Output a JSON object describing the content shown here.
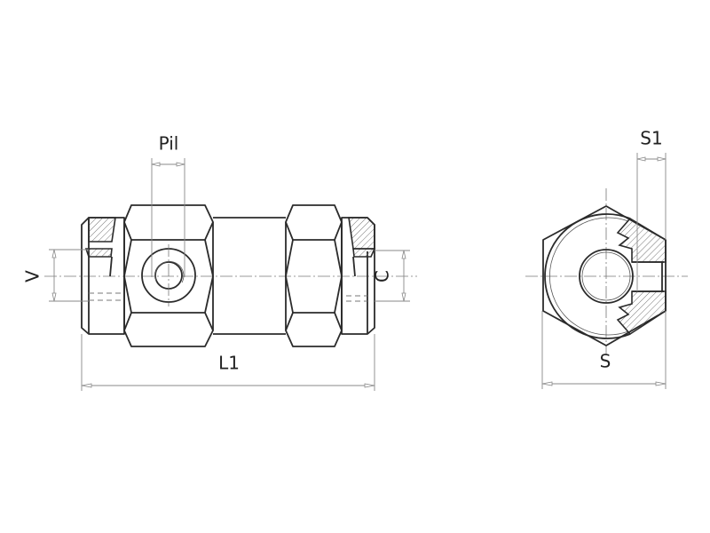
{
  "drawing": {
    "title": "Pilot-operated check valve technical drawing",
    "views": [
      {
        "name": "side-view",
        "description": "Side elevation with two hex nuts and threaded end caps"
      },
      {
        "name": "end-view",
        "description": "End elevation with hexagon outline and sectioned pilot port"
      }
    ],
    "dimensions": {
      "pil": "Pil",
      "v": "V",
      "c": "C",
      "l1": "L1",
      "s1": "S1",
      "s": "S"
    },
    "colors": {
      "line": "#2b2b2b",
      "dimension": "#888888",
      "background": "#ffffff"
    }
  }
}
